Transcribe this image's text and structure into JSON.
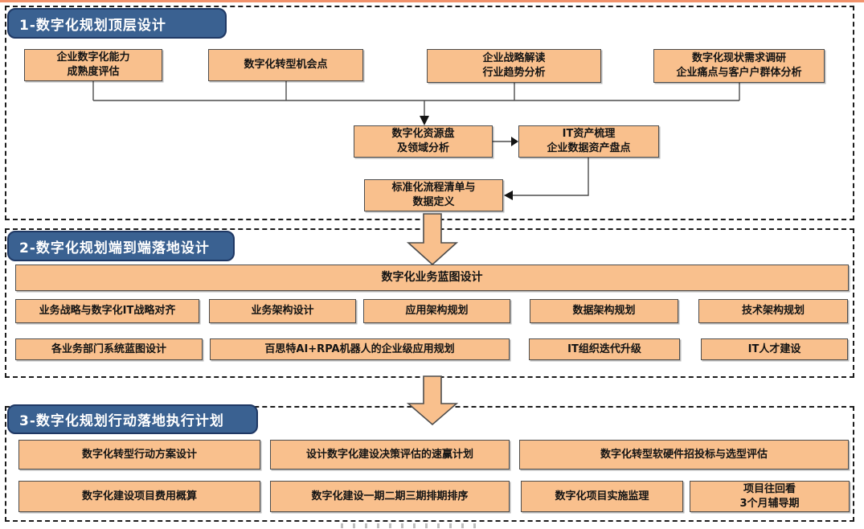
{
  "sections": {
    "s1": {
      "title": "1-数字化规划顶层设计",
      "top_boxes": [
        "企业数字化能力\n成熟度评估",
        "数字化转型机会点",
        "企业战略解读\n行业趋势分析",
        "数字化现状需求调研\n企业痛点与客户户群体分析"
      ],
      "mid_boxes": [
        "数字化资源盘\n及领域分析",
        "IT资产梳理\n企业数据资产盘点",
        "标准化流程清单与\n数据定义"
      ]
    },
    "s2": {
      "title": "2-数字化规划端到端落地设计",
      "banner": "数字化业务蓝图设计",
      "row1": [
        "业务战略与数字化IT战略对齐",
        "业务架构设计",
        "应用架构规划",
        "数据架构规划",
        "技术架构规划"
      ],
      "row2": [
        "各业务部门系统蓝图设计",
        "百思特AI+RPA机器人的企业级应用规划",
        "IT组织迭代升级",
        "IT人才建设"
      ]
    },
    "s3": {
      "title": "3-数字化规划行动落地执行计划",
      "row1": [
        "数字化转型行动方案设计",
        "设计数字化建设决策评估的速赢计划",
        "数字化转型软硬件招投标与选型评估"
      ],
      "row2": [
        "数字化建设项目费用概算",
        "数字化建设一期二期三期排期排序",
        "数字化项目实施监理",
        "项目往回看\n3个月辅导期"
      ]
    }
  },
  "colors": {
    "box_fill": "#F9C08D",
    "header_fill": "#3A6191",
    "header_border": "#1F3864",
    "dashed_border": "#1C1C1C",
    "top_strip": "#F2926B"
  }
}
